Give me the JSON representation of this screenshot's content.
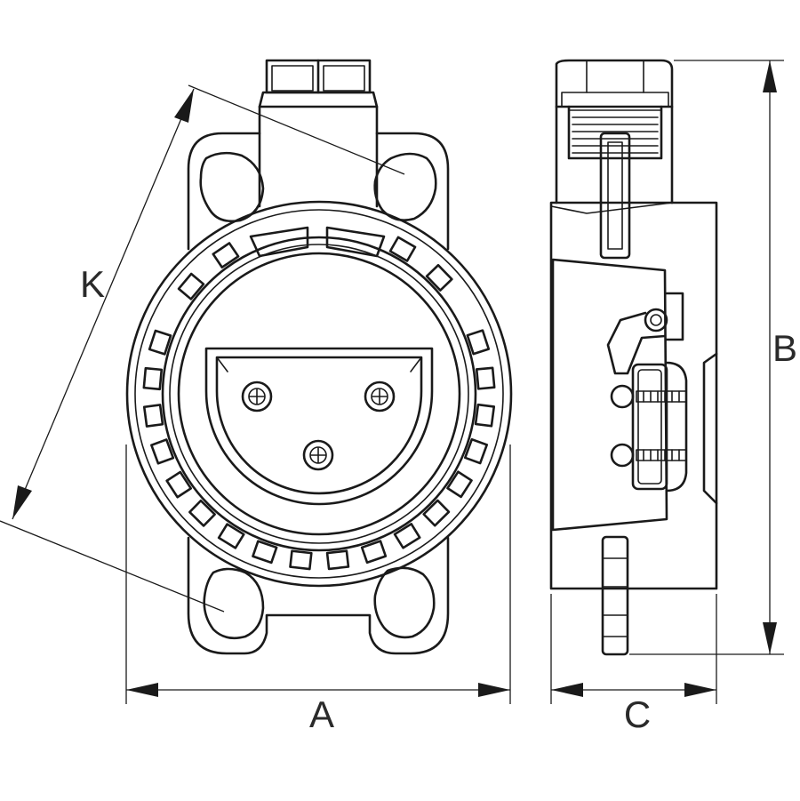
{
  "dimensions": {
    "a_label": "A",
    "b_label": "B",
    "c_label": "C",
    "k_label": "K"
  }
}
